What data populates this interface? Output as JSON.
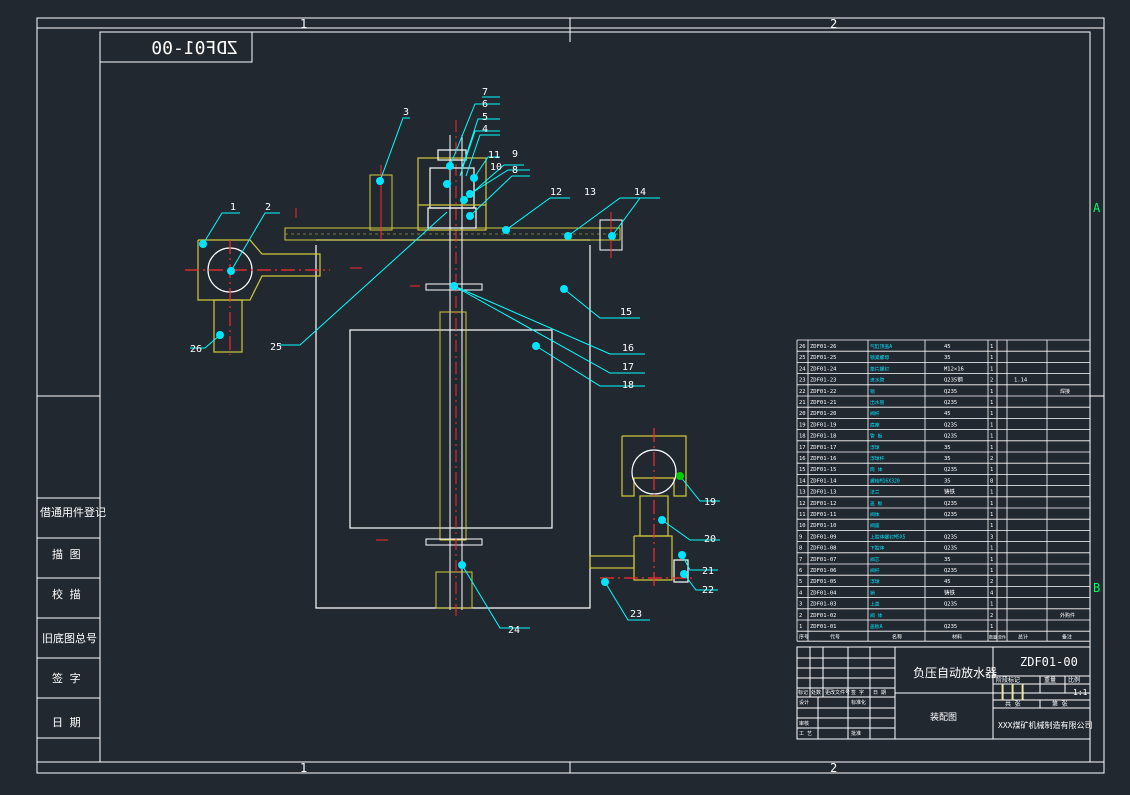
{
  "colors": {
    "bg": "#212830",
    "frame": "#ffffff",
    "leader": "#00ffff",
    "part": "#d4c83a",
    "center": "#ff2a2a",
    "node": "#00e5ff",
    "green": "#00d000"
  },
  "zones": {
    "top_1": "1",
    "top_2": "2",
    "bottom_1": "1",
    "bottom_2": "2",
    "right_a": "A",
    "right_b": "B"
  },
  "drawing_code_mirrored": "ZDF01-00",
  "side_labels": [
    "借通用件登记",
    "描  图",
    "校  描",
    "旧底图总号",
    "签  字",
    "日  期"
  ],
  "callouts": [
    "1",
    "2",
    "3",
    "4",
    "5",
    "6",
    "7",
    "8",
    "9",
    "10",
    "11",
    "12",
    "13",
    "14",
    "15",
    "16",
    "17",
    "18",
    "19",
    "20",
    "21",
    "22",
    "23",
    "24",
    "25",
    "26"
  ],
  "bom": [
    {
      "no": "26",
      "code": "ZDF01-26",
      "name": "气缸顶盖A",
      "mat": "45",
      "qty": "1",
      "note": "",
      "extra": ""
    },
    {
      "no": "25",
      "code": "ZDF01-25",
      "name": "锁紧螺母",
      "mat": "35",
      "qty": "1",
      "note": "",
      "extra": ""
    },
    {
      "no": "24",
      "code": "ZDF01-24",
      "name": "垫片螺钉",
      "mat": "M12×16",
      "qty": "1",
      "note": "",
      "extra": ""
    },
    {
      "no": "23",
      "code": "ZDF01-23",
      "name": "进水管",
      "mat": "Q235钢",
      "qty": "2",
      "note": "1.14",
      "extra": ""
    },
    {
      "no": "22",
      "code": "ZDF01-22",
      "name": "销",
      "mat": "Q235",
      "qty": "1",
      "note": "",
      "extra": "焊接"
    },
    {
      "no": "21",
      "code": "ZDF01-21",
      "name": "出水管",
      "mat": "Q235",
      "qty": "1",
      "note": "",
      "extra": ""
    },
    {
      "no": "20",
      "code": "ZDF01-20",
      "name": "阀杆",
      "mat": "45",
      "qty": "1",
      "note": "",
      "extra": ""
    },
    {
      "no": "19",
      "code": "ZDF01-19",
      "name": "底座",
      "mat": "Q235",
      "qty": "1",
      "note": "",
      "extra": ""
    },
    {
      "no": "18",
      "code": "ZDF01-18",
      "name": "管 板",
      "mat": "Q235",
      "qty": "1",
      "note": "",
      "extra": ""
    },
    {
      "no": "17",
      "code": "ZDF01-17",
      "name": "浮球",
      "mat": "35",
      "qty": "1",
      "note": "",
      "extra": ""
    },
    {
      "no": "16",
      "code": "ZDF01-16",
      "name": "浮球杆",
      "mat": "35",
      "qty": "2",
      "note": "",
      "extra": ""
    },
    {
      "no": "15",
      "code": "ZDF01-15",
      "name": "筒 体",
      "mat": "Q235",
      "qty": "1",
      "note": "",
      "extra": ""
    },
    {
      "no": "14",
      "code": "ZDF01-14",
      "name": "螺栓M16X320",
      "mat": "35",
      "qty": "8",
      "note": "",
      "extra": ""
    },
    {
      "no": "13",
      "code": "ZDF01-13",
      "name": "法兰",
      "mat": "铸铁",
      "qty": "1",
      "note": "",
      "extra": ""
    },
    {
      "no": "12",
      "code": "ZDF01-12",
      "name": "盖 板",
      "mat": "Q235",
      "qty": "1",
      "note": "",
      "extra": ""
    },
    {
      "no": "11",
      "code": "ZDF01-11",
      "name": "阀体",
      "mat": "Q235",
      "qty": "1",
      "note": "",
      "extra": ""
    },
    {
      "no": "10",
      "code": "ZDF01-10",
      "name": "阀座",
      "mat": "",
      "qty": "1",
      "note": "",
      "extra": ""
    },
    {
      "no": "9",
      "code": "ZDF01-09",
      "name": "上腔体螺钉M5X5",
      "mat": "Q235",
      "qty": "3",
      "note": "",
      "extra": ""
    },
    {
      "no": "8",
      "code": "ZDF01-08",
      "name": "下腔体",
      "mat": "Q235",
      "qty": "1",
      "note": "",
      "extra": ""
    },
    {
      "no": "7",
      "code": "ZDF01-07",
      "name": "阀芯",
      "mat": "35",
      "qty": "1",
      "note": "",
      "extra": ""
    },
    {
      "no": "6",
      "code": "ZDF01-06",
      "name": "阀杆",
      "mat": "Q235",
      "qty": "1",
      "note": "",
      "extra": ""
    },
    {
      "no": "5",
      "code": "ZDF01-05",
      "name": "浮球",
      "mat": "45",
      "qty": "2",
      "note": "",
      "extra": ""
    },
    {
      "no": "4",
      "code": "ZDF01-04",
      "name": "销",
      "mat": "铸铁",
      "qty": "4",
      "note": "",
      "extra": ""
    },
    {
      "no": "3",
      "code": "ZDF01-03",
      "name": "上盖",
      "mat": "Q235",
      "qty": "1",
      "note": "",
      "extra": ""
    },
    {
      "no": "2",
      "code": "ZDF01-02",
      "name": "阀 体",
      "mat": "",
      "qty": "2",
      "note": "",
      "extra": "外购件"
    },
    {
      "no": "1",
      "code": "ZDF01-01",
      "name": "盖板A",
      "mat": "Q235",
      "qty": "1",
      "note": "",
      "extra": ""
    }
  ],
  "bom_header": {
    "no": "序号",
    "code": "代号",
    "name": "名称",
    "mat": "材料",
    "qty": "数量",
    "unit": "单件",
    "total": "总计",
    "weight": "重量",
    "note": "备注"
  },
  "title_block": {
    "product_name": "负压自动放水器",
    "drawing_code": "ZDF01-00",
    "drawing_type": "装配图",
    "company": "XXX煤矿机械制造有限公司",
    "stage": "阶段标记",
    "weight": "重量",
    "scale_label": "比例",
    "scale": "1:1",
    "sheet": "共  张",
    "sheet2": "第  张",
    "col_mark": "标记",
    "col_count": "处数",
    "col_doc": "更改文件号",
    "col_sign": "签 字",
    "col_date": "日 期",
    "design": "设计",
    "std": "标准化",
    "check": "审核",
    "craft": "工 艺",
    "approve": "批准"
  }
}
